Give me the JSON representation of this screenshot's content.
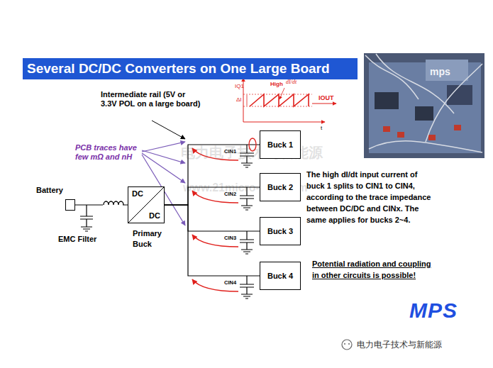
{
  "diagram": {
    "title": "Several DC/DC Converters on One Large Board",
    "nodes": [
      {
        "text": [
          "Battery"
        ]
      },
      {
        "text": [
          "DC",
          "DC",
          "Primary Buck"
        ]
      },
      {
        "text": [
          "Buck 1"
        ]
      },
      {
        "text": [
          "Buck 2"
        ]
      },
      {
        "text": [
          "Buck 3"
        ]
      },
      {
        "text": [
          "Buck 4"
        ]
      }
    ],
    "edges": [
      {
        "from": 0,
        "to": 1,
        "arrow": "none"
      },
      {
        "from": 1,
        "to": 2,
        "arrow": "none"
      },
      {
        "from": 1,
        "to": 3,
        "arrow": "none"
      },
      {
        "from": 1,
        "to": 4,
        "arrow": "none"
      },
      {
        "from": 1,
        "to": 5,
        "arrow": "none"
      }
    ],
    "labels": [
      "Intermediate rail (5V or 3.3V POL on a large board)",
      "IQ1",
      "ΔI",
      "High",
      "dI/dt",
      "IOUT",
      "t",
      "PCB traces have few mΩ and nH",
      "CIN1",
      "CIN2",
      "CIN3",
      "CIN4",
      "EMC Filter",
      "The high dI/dt input current of buck 1 splits to CIN1 to CIN4, according to the trace impedance between DC/DC and CINx. The same applies for bucks 2~4.",
      "Potential radiation and coupling in other circuits is possible!",
      "MPS",
      "mps",
      "电力电子技术与新能源",
      "www.21micro-grid.com",
      "电力电子技术与新能源"
    ]
  }
}
